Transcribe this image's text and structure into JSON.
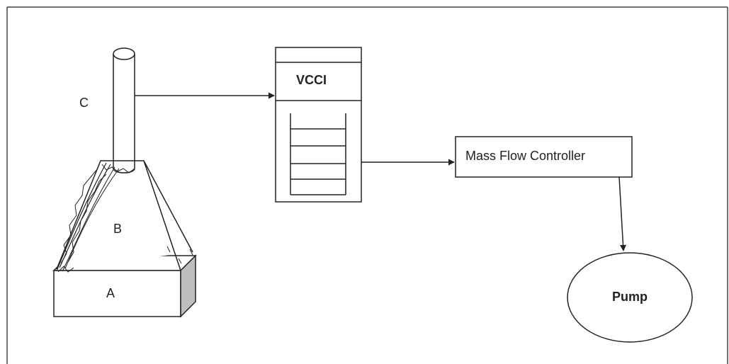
{
  "labels": {
    "c": "C",
    "b": "B",
    "a": "A",
    "vcci": "VCCI",
    "mfc": "Mass Flow Controller",
    "pump": "Pump"
  },
  "colors": {
    "stroke": "#222222",
    "frame": "#444444",
    "side_shade": "#bdbdbd",
    "background": "#ffffff"
  }
}
